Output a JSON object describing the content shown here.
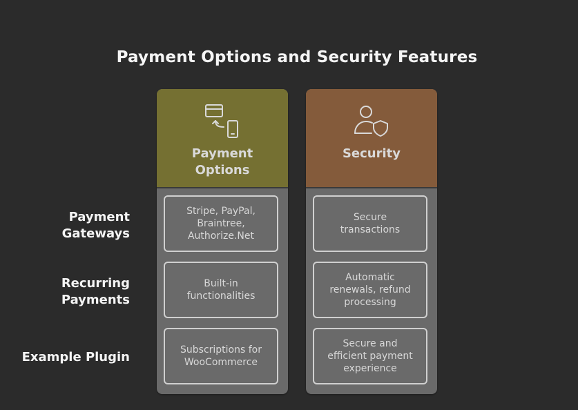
{
  "title": "Payment Options and Security Features",
  "rows": [
    {
      "label": "Payment\nGateways"
    },
    {
      "label": "Recurring\nPayments"
    },
    {
      "label": "Example Plugin"
    }
  ],
  "columns": [
    {
      "title": "Payment\nOptions",
      "icon": "card-to-phone-icon",
      "color": "#757032",
      "cells": [
        "Stripe, PayPal,\nBraintree,\nAuthorize.Net",
        "Built-in\nfunctionalities",
        "Subscriptions for\nWooCommerce"
      ]
    },
    {
      "title": "Security",
      "icon": "user-shield-icon",
      "color": "#845b3b",
      "cells": [
        "Secure\ntransactions",
        "Automatic\nrenewals, refund\nprocessing",
        "Secure and\nefficient payment\nexperience"
      ]
    }
  ]
}
